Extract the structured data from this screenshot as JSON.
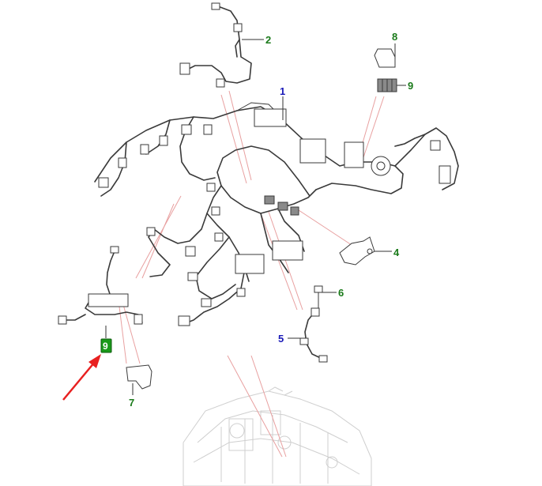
{
  "callouts": [
    {
      "id": "1",
      "color": "#1a1ab8"
    },
    {
      "id": "2",
      "color": "#1a7a1a"
    },
    {
      "id": "4",
      "color": "#1a7a1a"
    },
    {
      "id": "5",
      "color": "#1a1ab8"
    },
    {
      "id": "6",
      "color": "#1a7a1a"
    },
    {
      "id": "7",
      "color": "#1a7a1a"
    },
    {
      "id": "8",
      "color": "#1a7a1a"
    },
    {
      "id": "9",
      "color": "#1a7a1a"
    },
    {
      "id": "9",
      "color": "#1a7a1a",
      "highlighted": true,
      "highlight_color": "#1a9a1a"
    }
  ],
  "colors": {
    "arrow": "#e82020",
    "pointer_line": "#e8a0a0"
  }
}
